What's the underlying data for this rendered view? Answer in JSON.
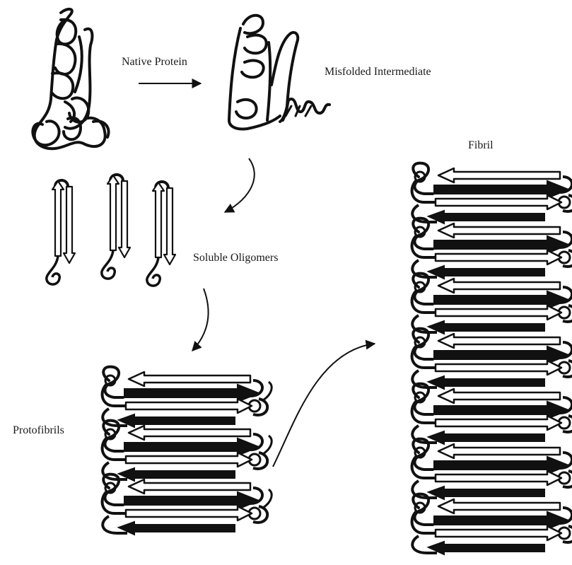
{
  "labels": {
    "native_protein": "Native Protein",
    "misfolded_intermediate": "Misfolded Intermediate",
    "soluble_oligomers": "Soluble Oligomers",
    "fibril": "Fibril",
    "protofibrils": "Protofibrils"
  },
  "colors": {
    "ink": "#111111",
    "open_arrow_fill": "#ffffff",
    "background": "#ffffff"
  }
}
